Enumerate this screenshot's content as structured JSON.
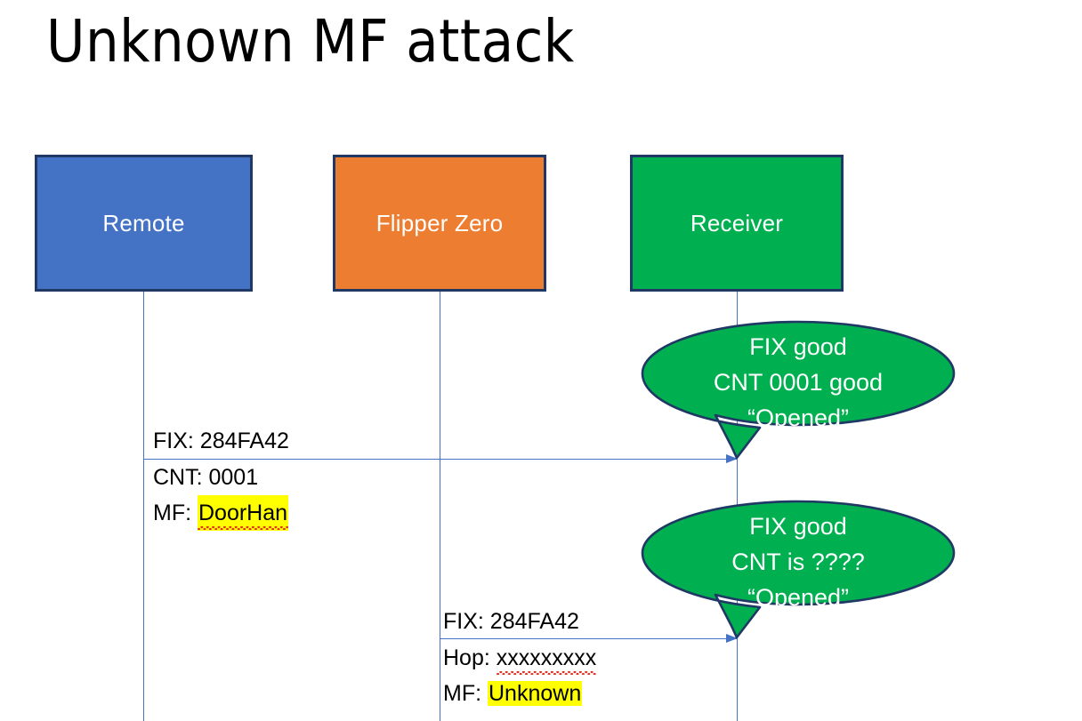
{
  "slide": {
    "title": "Unknown MF attack",
    "background": "#ffffff"
  },
  "colors": {
    "remote": "#4472C4",
    "flipper": "#ED7D31",
    "receiver": "#00B050",
    "box_border": "#1F3864",
    "arrow": "#4472C4",
    "highlight": "#FFFF00",
    "spellcheck": "#E03020",
    "text": "#000000",
    "box_label": "#ffffff"
  },
  "actors": [
    {
      "id": "remote",
      "label": "Remote"
    },
    {
      "id": "flipper",
      "label": "Flipper Zero"
    },
    {
      "id": "receiver",
      "label": "Receiver"
    }
  ],
  "messages": [
    {
      "id": "msg-1",
      "from": "remote",
      "to": "receiver",
      "lines": [
        {
          "label": "FIX: ",
          "value": "284FA42",
          "highlighted": false,
          "spellcheck": false
        },
        {
          "label": "CNT: ",
          "value": "0001",
          "highlighted": false,
          "spellcheck": false
        },
        {
          "label": "MF: ",
          "value": "DoorHan",
          "highlighted": true,
          "spellcheck": true
        }
      ]
    },
    {
      "id": "msg-2",
      "from": "flipper",
      "to": "receiver",
      "lines": [
        {
          "label": "FIX: ",
          "value": "284FA42",
          "highlighted": false,
          "spellcheck": false
        },
        {
          "label": "Hop: ",
          "value": "xxxxxxxxx",
          "highlighted": false,
          "spellcheck": true
        },
        {
          "label": "MF: ",
          "value": "Unknown",
          "highlighted": true,
          "spellcheck": false
        }
      ]
    }
  ],
  "bubbles": [
    {
      "id": "bubble-1",
      "owner": "receiver",
      "lines": [
        "FIX good",
        "CNT 0001 good",
        "“Opened”"
      ]
    },
    {
      "id": "bubble-2",
      "owner": "receiver",
      "lines": [
        "FIX good",
        "CNT is ????",
        "“Opened”"
      ]
    }
  ]
}
